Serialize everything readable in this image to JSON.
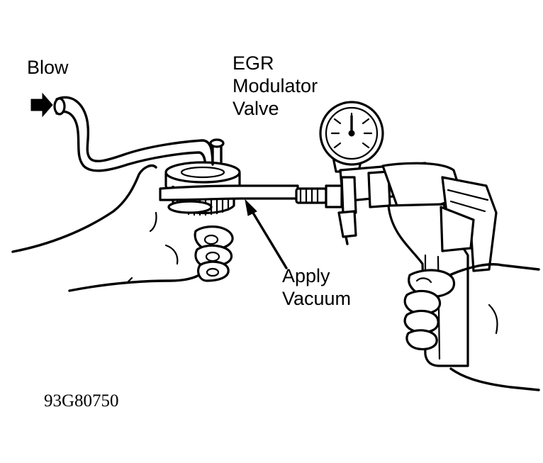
{
  "labels": {
    "blow": "Blow",
    "egr_line1": "EGR",
    "egr_line2": "Modulator",
    "egr_line3": "Valve",
    "apply_line1": "Apply",
    "apply_line2": "Vacuum"
  },
  "figure_code": "93G80750",
  "colors": {
    "ink": "#000000",
    "paper": "#ffffff"
  }
}
